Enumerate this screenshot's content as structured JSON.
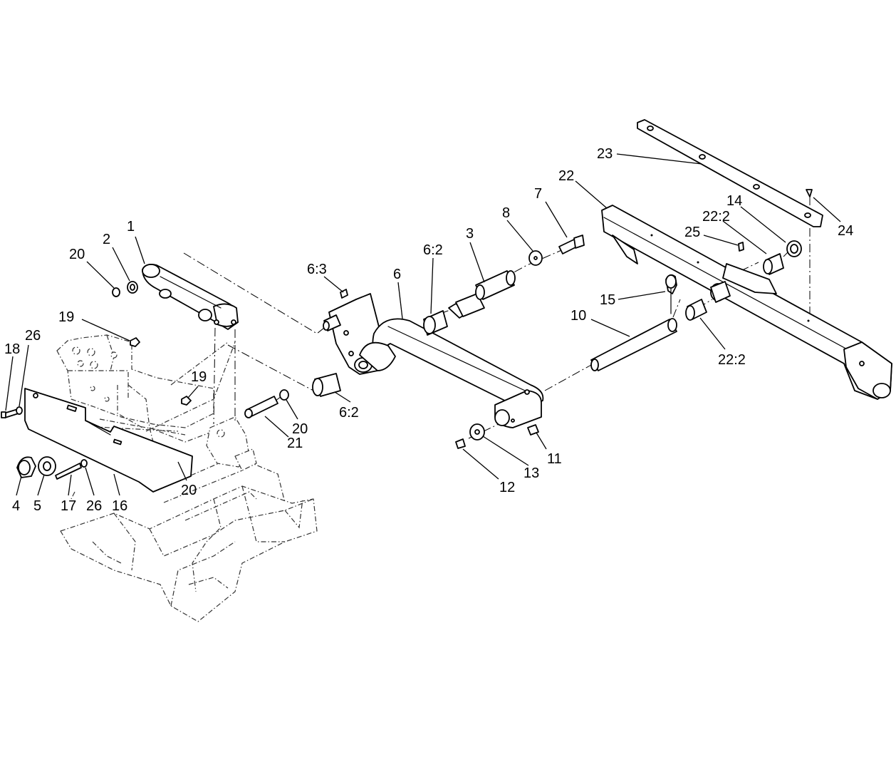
{
  "callouts": [
    {
      "id": "c-1",
      "text": "1"
    },
    {
      "id": "c-2",
      "text": "2"
    },
    {
      "id": "c-20a",
      "text": "20"
    },
    {
      "id": "c-19a",
      "text": "19"
    },
    {
      "id": "c-26a",
      "text": "26"
    },
    {
      "id": "c-18",
      "text": "18"
    },
    {
      "id": "c-19b",
      "text": "19"
    },
    {
      "id": "c-20b",
      "text": "20"
    },
    {
      "id": "c-21",
      "text": "21"
    },
    {
      "id": "c-20c",
      "text": "20"
    },
    {
      "id": "c-4",
      "text": "4"
    },
    {
      "id": "c-5",
      "text": "5"
    },
    {
      "id": "c-17",
      "text": "17"
    },
    {
      "id": "c-26b",
      "text": "26"
    },
    {
      "id": "c-16",
      "text": "16"
    },
    {
      "id": "c-6-3",
      "text": "6:3"
    },
    {
      "id": "c-6",
      "text": "6"
    },
    {
      "id": "c-6-2a",
      "text": "6:2"
    },
    {
      "id": "c-6-2b",
      "text": "6:2"
    },
    {
      "id": "c-3",
      "text": "3"
    },
    {
      "id": "c-8",
      "text": "8"
    },
    {
      "id": "c-7",
      "text": "7"
    },
    {
      "id": "c-10",
      "text": "10"
    },
    {
      "id": "c-11",
      "text": "11"
    },
    {
      "id": "c-12",
      "text": "12"
    },
    {
      "id": "c-13",
      "text": "13"
    },
    {
      "id": "c-15",
      "text": "15"
    },
    {
      "id": "c-22",
      "text": "22"
    },
    {
      "id": "c-23",
      "text": "23"
    },
    {
      "id": "c-14",
      "text": "14"
    },
    {
      "id": "c-22-2a",
      "text": "22:2"
    },
    {
      "id": "c-25",
      "text": "25"
    },
    {
      "id": "c-24",
      "text": "24"
    },
    {
      "id": "c-22-2b",
      "text": "22:2"
    }
  ]
}
